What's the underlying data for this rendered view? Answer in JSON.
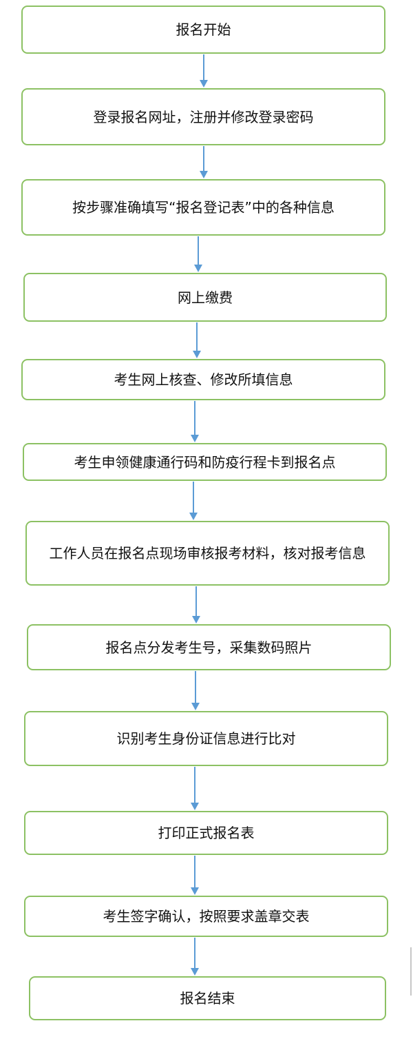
{
  "flowchart": {
    "steps": [
      {
        "label": "报名开始"
      },
      {
        "label": "登录报名网址，注册并修改登录密码"
      },
      {
        "label": "按步骤准确填写“报名登记表”中的各种信息"
      },
      {
        "label": "网上缴费"
      },
      {
        "label": "考生网上核查、修改所填信息"
      },
      {
        "label": "考生申领健康通行码和防疫行程卡到报名点"
      },
      {
        "label": "工作人员在报名点现场审核报考材料，核对报考信息"
      },
      {
        "label": "报名点分发考生号，采集数码照片"
      },
      {
        "label": "识别考生身份证信息进行比对"
      },
      {
        "label": "打印正式报名表"
      },
      {
        "label": "考生签字确认，按照要求盖章交表"
      },
      {
        "label": "报名结束"
      }
    ],
    "colors": {
      "box_border": "#8cc163",
      "arrow": "#5b9bd5",
      "text": "#111111",
      "background": "#ffffff"
    }
  }
}
